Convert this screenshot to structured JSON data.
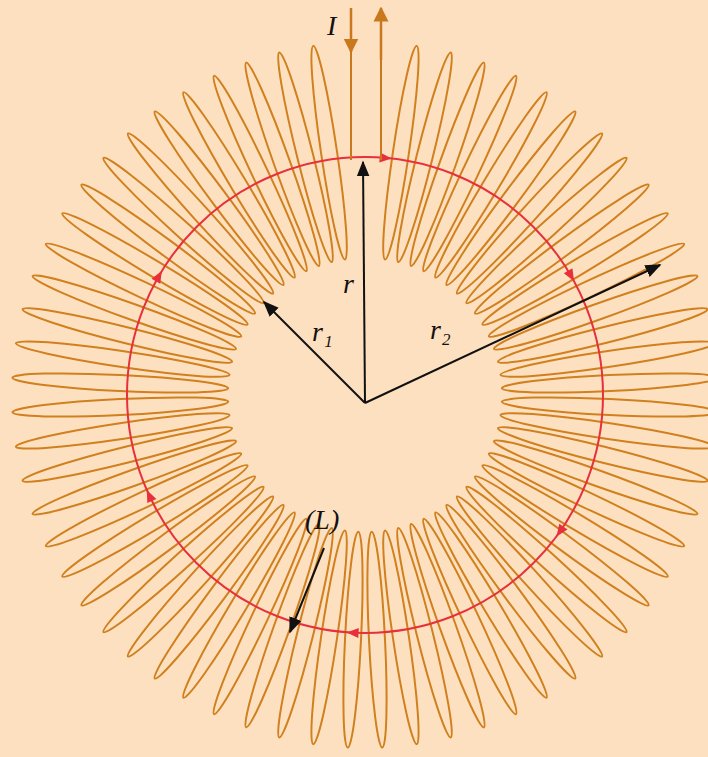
{
  "diagram": {
    "labels": [
      "I",
      "r",
      "r₁",
      "r₂",
      "(L)"
    ]
  }
}
